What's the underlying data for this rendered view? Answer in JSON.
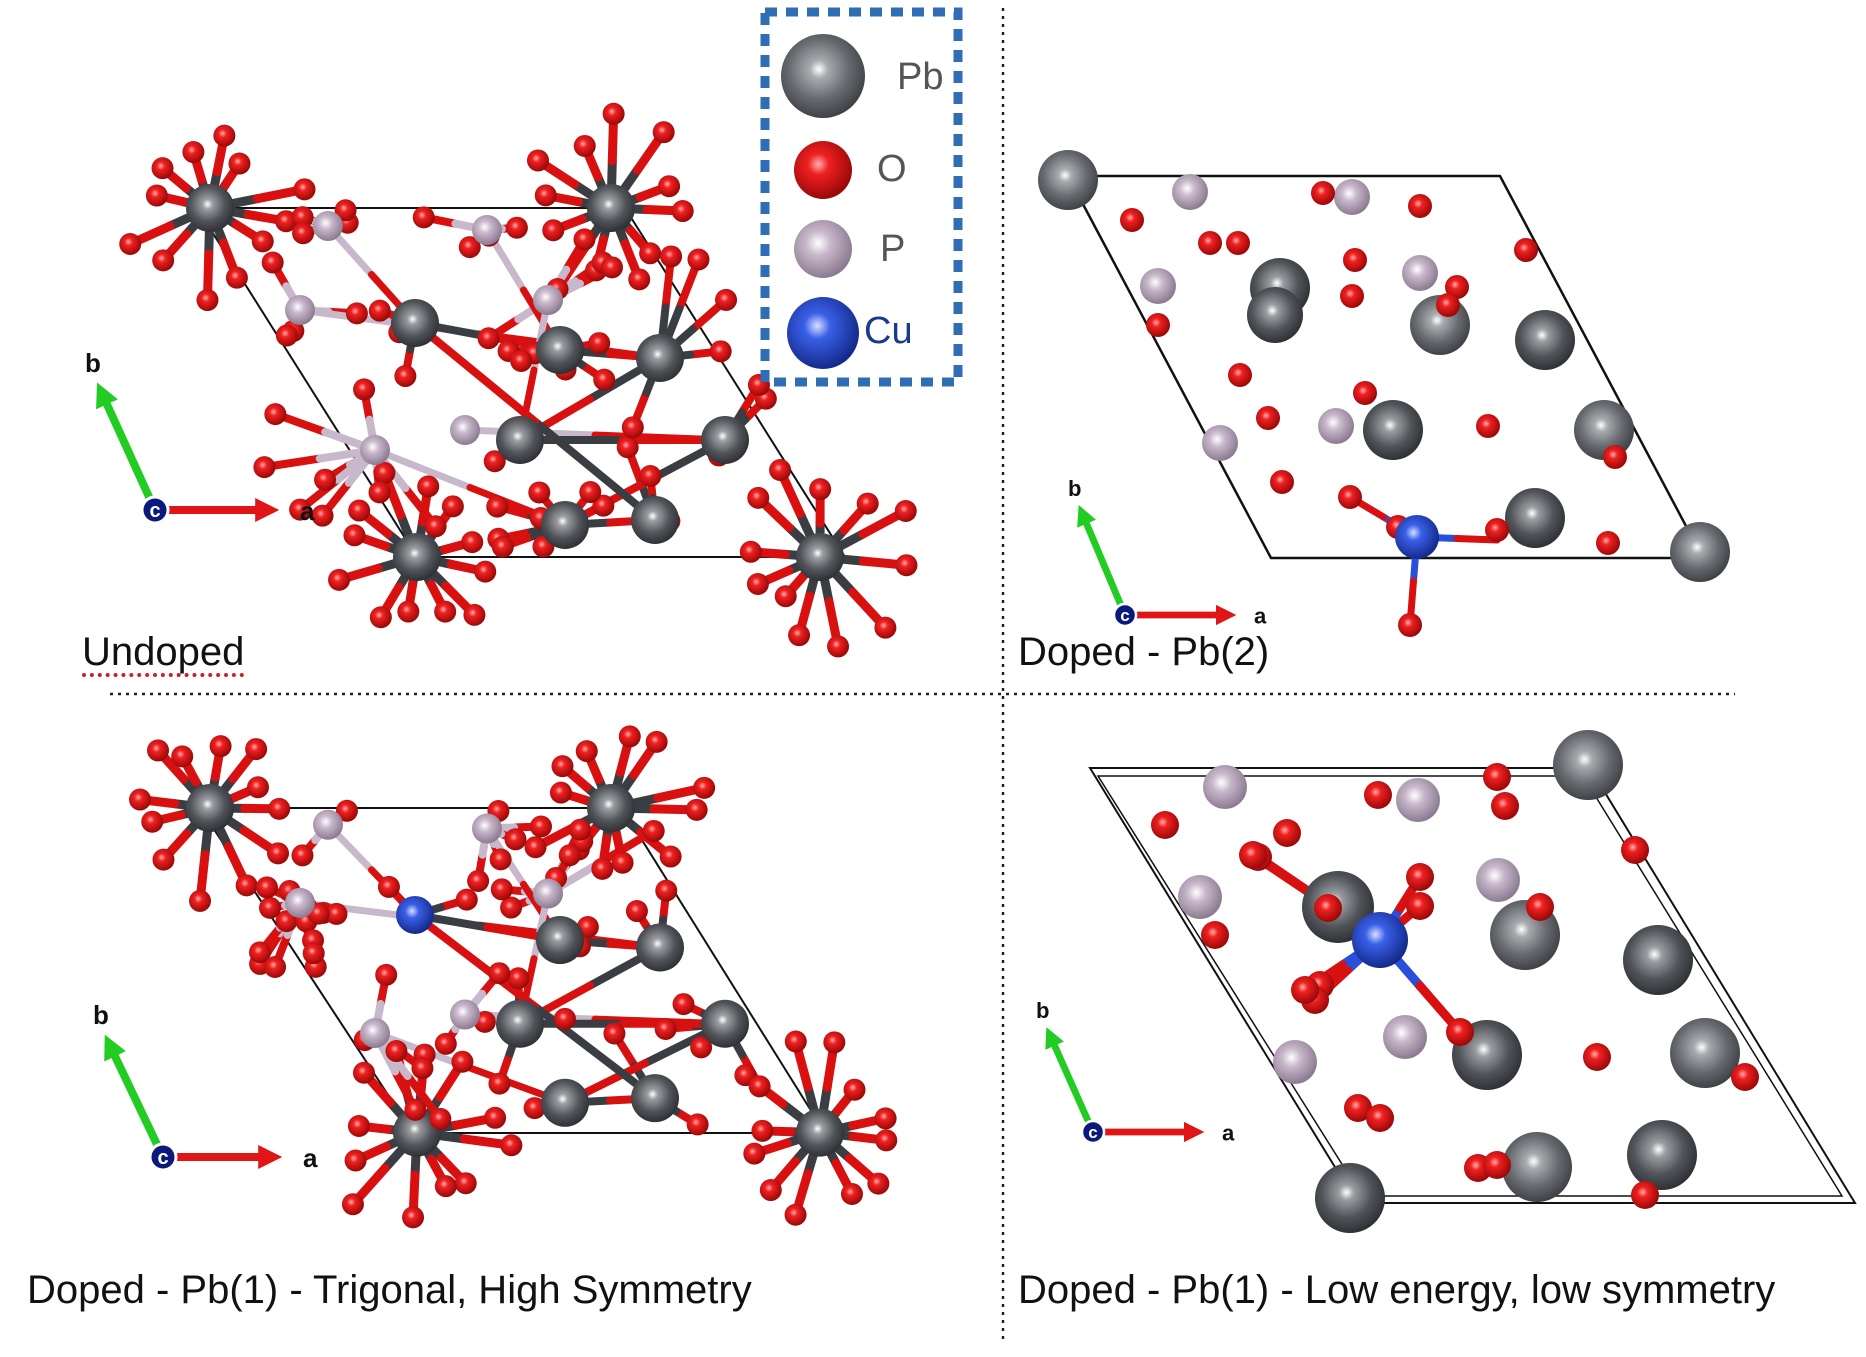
{
  "legend": {
    "items": [
      {
        "label": "Pb",
        "color": "#4a4d52",
        "label_color": "#606060"
      },
      {
        "label": "O",
        "color": "#e01010",
        "label_color": "#606060"
      },
      {
        "label": "P",
        "color": "#b49fb8",
        "label_color": "#606060"
      },
      {
        "label": "Cu",
        "color": "#2a4fd8",
        "label_color": "#1a3a8a"
      }
    ],
    "border_color": "#2f6eb5"
  },
  "panels": [
    {
      "caption": "Undoped",
      "axis_a": "a",
      "axis_b": "b",
      "axis_c": "c"
    },
    {
      "caption": "Doped - Pb(2)",
      "axis_a": "a",
      "axis_b": "b",
      "axis_c": "c"
    },
    {
      "caption": "Doped - Pb(1) - Trigonal, High Symmetry",
      "axis_a": "a",
      "axis_b": "b",
      "axis_c": "c"
    },
    {
      "caption": "Doped - Pb(1) - Low energy, low symmetry",
      "axis_a": "a",
      "axis_b": "b",
      "axis_c": "c"
    }
  ],
  "colors": {
    "pb": "#4a4d52",
    "pb_light": "#6a6d72",
    "o": "#e01010",
    "p": "#b49fb8",
    "cu": "#2a4fd8",
    "axis_a": "#e01515",
    "axis_b": "#22cc22",
    "axis_c": "#0a1a7a"
  }
}
